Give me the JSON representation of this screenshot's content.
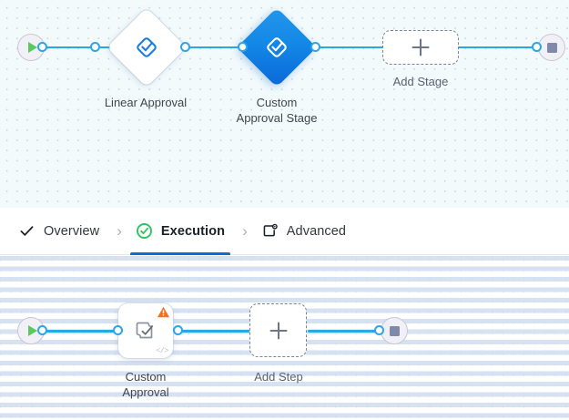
{
  "stage_canvas": {
    "name": "stage-graph",
    "start_node": {
      "icon": "play-icon",
      "title": "Start"
    },
    "end_node": {
      "icon": "stop-icon",
      "title": "End"
    },
    "nodes": [
      {
        "id": "linear-approval",
        "label": "Linear Approval",
        "icon": "approval-diamond-check-icon",
        "selected": false,
        "shape": "diamond"
      },
      {
        "id": "custom-approval-stage",
        "label": "Custom\nApproval Stage",
        "icon": "approval-diamond-check-icon",
        "selected": true,
        "shape": "diamond"
      }
    ],
    "add_button": {
      "label": "Add Stage",
      "icon": "plus-icon"
    }
  },
  "tabs": {
    "items": [
      {
        "id": "overview",
        "label": "Overview",
        "icon": "check-icon",
        "active": false
      },
      {
        "id": "execution",
        "label": "Execution",
        "icon": "check-circle-green-icon",
        "active": true
      },
      {
        "id": "advanced",
        "label": "Advanced",
        "icon": "card-gear-icon",
        "active": false
      }
    ],
    "separator": "›"
  },
  "step_canvas": {
    "name": "step-graph",
    "start_node": {
      "icon": "play-icon",
      "title": "Start"
    },
    "end_node": {
      "icon": "stop-icon",
      "title": "End"
    },
    "nodes": [
      {
        "id": "custom-approval",
        "label": "Custom\nApproval",
        "icon": "puzzle-check-icon",
        "warning": true,
        "warning_icon": "warning-triangle-icon",
        "code_badge": "</>"
      }
    ],
    "add_button": {
      "label": "Add Step",
      "icon": "plus-icon"
    }
  },
  "colors": {
    "accent_blue": "#0a6ed1",
    "edge_blue": "#2ba6e8",
    "selected_node": "#1388e6",
    "warning_orange": "#f26f21",
    "success_green": "#2ec45f",
    "canvas_top_bg": "#f2fafc",
    "canvas_bottom_bg": "#ffffff"
  }
}
